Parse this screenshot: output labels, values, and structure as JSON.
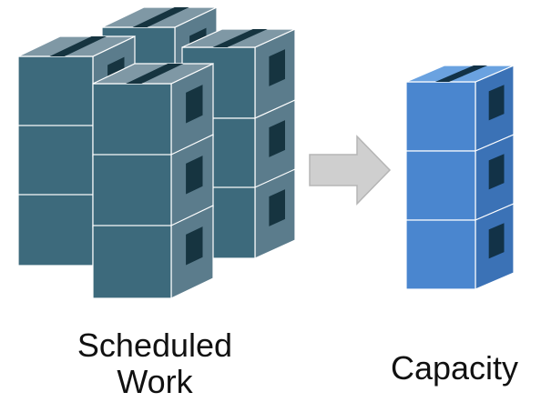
{
  "labels": {
    "scheduled_line1": "Scheduled",
    "scheduled_line2": "Work",
    "capacity": "Capacity"
  },
  "colors": {
    "work_box_front": "#3d6a7c",
    "work_box_side": "#5b7c8c",
    "work_box_top": "#7f98a5",
    "work_tape": "#163440",
    "capacity_box_front": "#4a86cf",
    "capacity_box_side": "#3b72b6",
    "capacity_box_top": "#6aa2e0",
    "capacity_tape": "#123247",
    "arrow": "#cfcfcf",
    "arrow_edge": "#b5b5b5"
  },
  "icons": {
    "arrow": "right-arrow-icon"
  }
}
